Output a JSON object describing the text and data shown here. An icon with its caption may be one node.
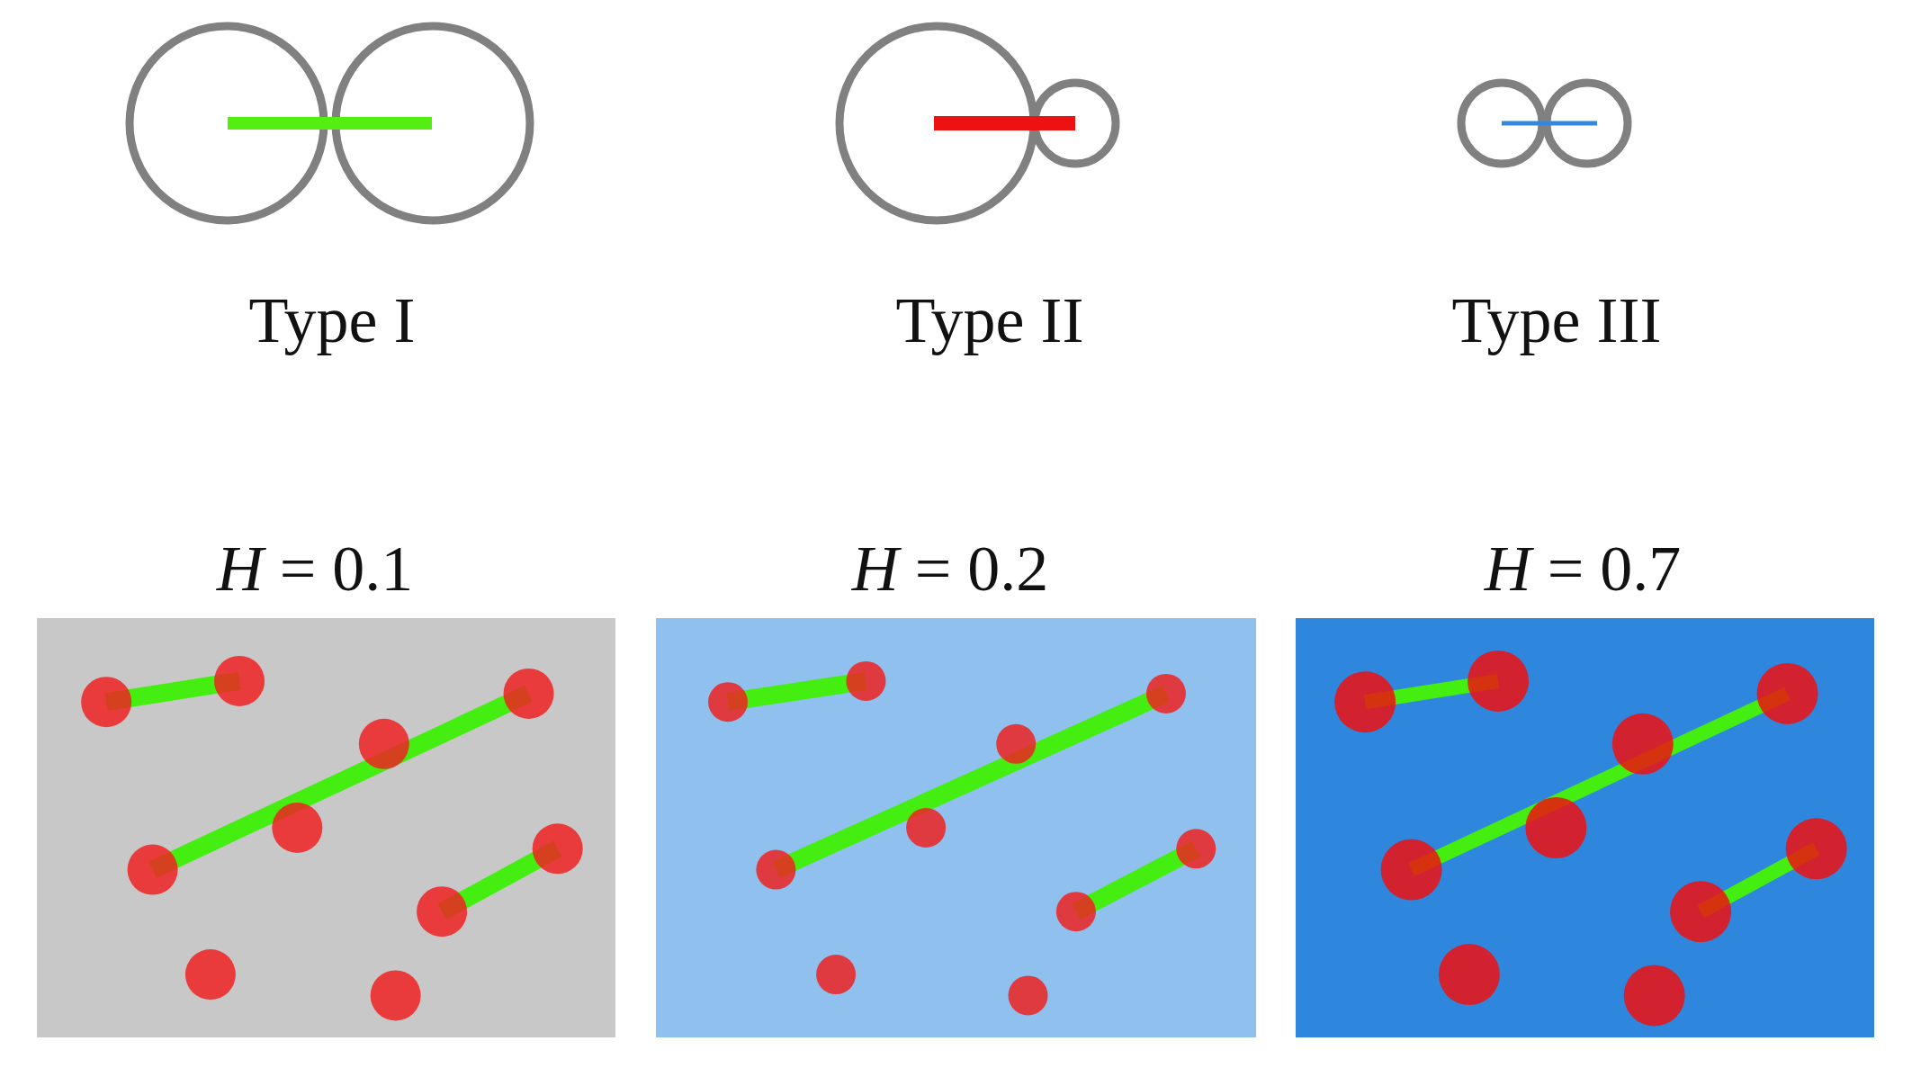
{
  "diagram": {
    "labels": [
      "Type I",
      "Type II",
      "Type III",
      "*H* = 0.1",
      "*H* = 0.2",
      "*H* = 0.7"
    ]
  }
}
